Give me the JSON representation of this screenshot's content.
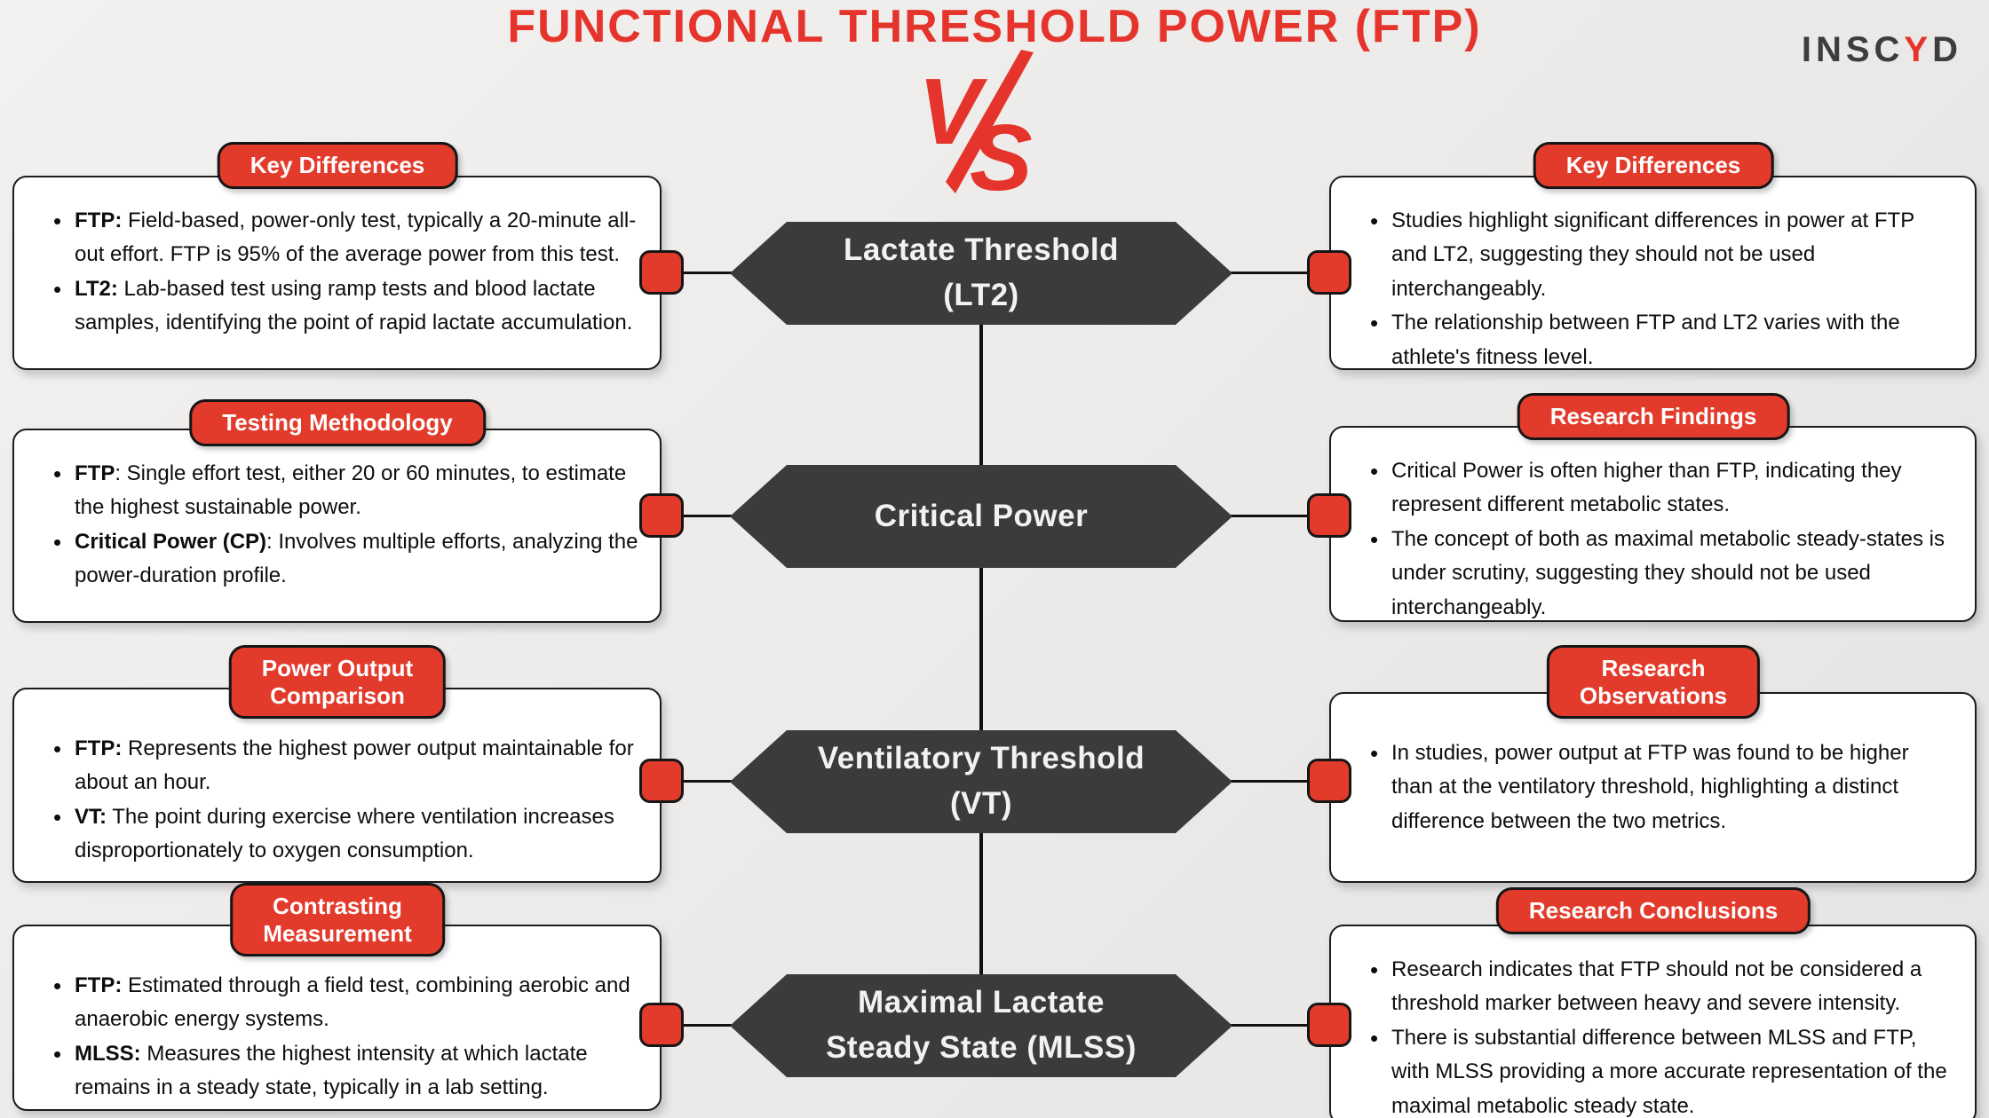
{
  "title": "FUNCTIONAL THRESHOLD POWER (FTP)",
  "vs": {
    "v": "V",
    "s": "S"
  },
  "brand": {
    "prefix": "INSC",
    "highlight": "Y",
    "suffix": "D"
  },
  "colors": {
    "accent_red": "#E23B2C",
    "title_red": "#E5342B",
    "hexagon_dark": "#3B3B3B",
    "background": "#EDEBE9",
    "card_white": "#FFFFFF",
    "line_black": "#111111"
  },
  "rows": [
    {
      "left": {
        "badge1": "Key Differences",
        "badge2": "",
        "bullets": [
          {
            "lead": "FTP:",
            "text": " Field-based, power-only test, typically a 20-minute all-out effort. FTP is 95% of the average power from this test."
          },
          {
            "lead": "LT2:",
            "text": " Lab-based test using ramp tests and blood lactate samples, identifying the point of rapid lactate accumulation."
          }
        ]
      },
      "center": {
        "line1": "Lactate Threshold",
        "line2": "(LT2)"
      },
      "right": {
        "badge1": "Key Differences",
        "badge2": "",
        "bullets": [
          {
            "lead": "",
            "text": "Studies highlight significant differences in power at FTP and LT2, suggesting they should not be used interchangeably."
          },
          {
            "lead": "",
            "text": "The relationship between FTP and LT2 varies with the athlete's fitness level."
          }
        ]
      }
    },
    {
      "left": {
        "badge1": "Testing Methodology",
        "badge2": "",
        "bullets": [
          {
            "lead": "FTP",
            "text": ": Single effort test, either 20 or 60 minutes, to estimate the highest sustainable power."
          },
          {
            "lead": "Critical Power (CP)",
            "text": ": Involves multiple efforts, analyzing the power-duration profile."
          }
        ]
      },
      "center": {
        "line1": "Critical Power",
        "line2": ""
      },
      "right": {
        "badge1": "Research Findings",
        "badge2": "",
        "bullets": [
          {
            "lead": "",
            "text": "Critical Power is often higher than FTP, indicating they represent different metabolic states."
          },
          {
            "lead": "",
            "text": "The concept of both as maximal metabolic steady-states is under scrutiny, suggesting they should not be used interchangeably."
          }
        ]
      }
    },
    {
      "left": {
        "badge1": "Power Output",
        "badge2": "Comparison",
        "bullets": [
          {
            "lead": "FTP:",
            "text": " Represents the highest power output maintainable for about an hour."
          },
          {
            "lead": "VT:",
            "text": " The point during exercise where ventilation increases disproportionately to oxygen consumption."
          }
        ]
      },
      "center": {
        "line1": "Ventilatory Threshold",
        "line2": "(VT)"
      },
      "right": {
        "badge1": "Research",
        "badge2": "Observations",
        "bullets": [
          {
            "lead": "",
            "text": "In studies, power output at FTP was found to be higher than at the ventilatory threshold, highlighting a distinct difference between the two metrics."
          }
        ]
      }
    },
    {
      "left": {
        "badge1": "Contrasting",
        "badge2": "Measurement",
        "bullets": [
          {
            "lead": "FTP:",
            "text": " Estimated through a field test, combining aerobic and anaerobic energy systems."
          },
          {
            "lead": "MLSS:",
            "text": " Measures the highest intensity at which lactate remains in a steady state, typically in a lab setting."
          }
        ]
      },
      "center": {
        "line1": "Maximal Lactate",
        "line2": "Steady State (MLSS)"
      },
      "right": {
        "badge1": "Research Conclusions",
        "badge2": "",
        "bullets": [
          {
            "lead": "",
            "text": "Research indicates that FTP should not be considered a threshold marker between heavy and severe intensity."
          },
          {
            "lead": "",
            "text": "There is substantial difference between MLSS and FTP, with MLSS providing a more accurate representation of the maximal metabolic steady state."
          }
        ]
      }
    }
  ]
}
